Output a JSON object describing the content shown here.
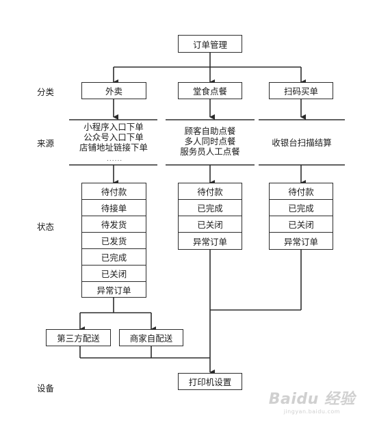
{
  "title": "订单管理",
  "row_labels": {
    "category": "分类",
    "source": "来源",
    "status": "状态",
    "device": "设备"
  },
  "categories": {
    "takeout": "外卖",
    "dine_in": "堂食点餐",
    "scan": "扫码买单"
  },
  "sources": {
    "takeout": [
      "小程序入口下单",
      "公众号入口下单",
      "店铺地址链接下单"
    ],
    "takeout_more": "......",
    "dine_in": [
      "顾客自助点餐",
      "多人同时点餐",
      "服务员人工点餐"
    ],
    "scan": [
      "收银台扫描结算"
    ]
  },
  "statuses": {
    "takeout": [
      "待付款",
      "待接单",
      "待发货",
      "已发货",
      "已完成",
      "已关闭",
      "异常订单"
    ],
    "dine_in": [
      "待付款",
      "已完成",
      "已关闭",
      "异常订单"
    ],
    "scan": [
      "待付款",
      "已完成",
      "已关闭",
      "异常订单"
    ]
  },
  "delivery": {
    "third_party": "第三方配送",
    "merchant": "商家自配送"
  },
  "device": "打印机设置",
  "watermark": {
    "logo": "Baidu 经验",
    "url": "jingyan.baidu.com"
  }
}
